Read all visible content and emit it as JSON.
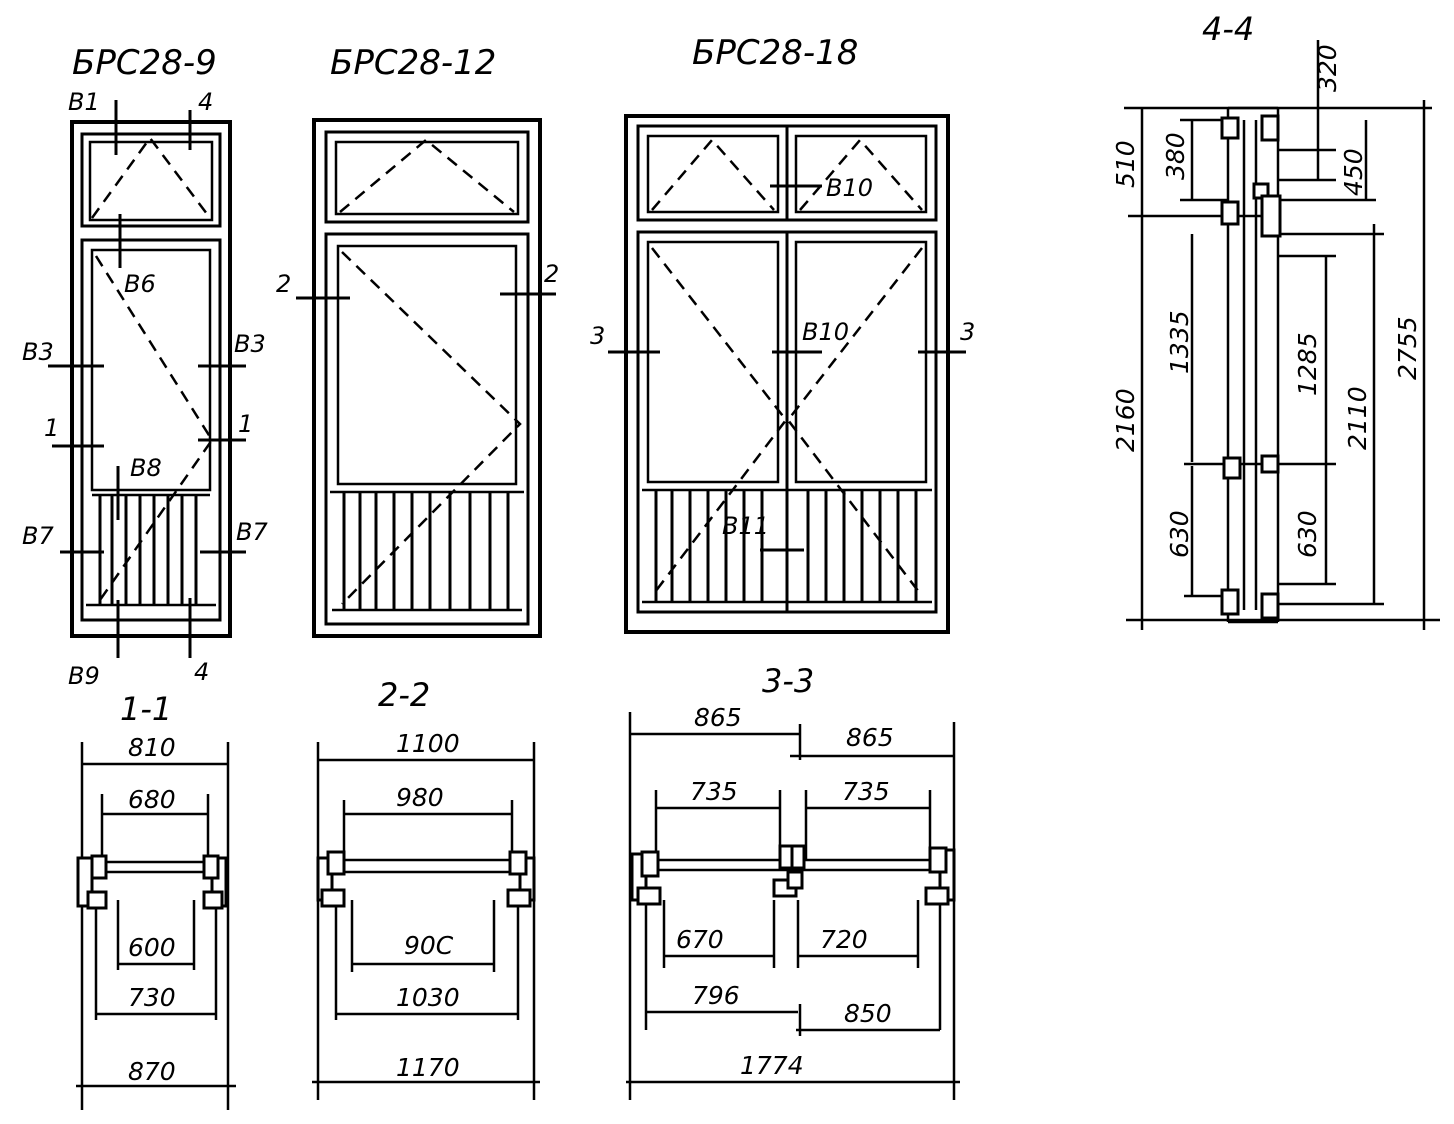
{
  "titles": {
    "w1": "БРС28-9",
    "w2": "БРС28-12",
    "w3": "БРС28-18",
    "s11": "1-1",
    "s22": "2-2",
    "s33": "3-3",
    "s44": "4-4"
  },
  "callouts": {
    "b1": "В1",
    "c4top": "4",
    "b6": "В6",
    "b3l": "В3",
    "b3r": "В3",
    "c1l": "1",
    "c1r": "1",
    "b8": "В8",
    "b7l": "В7",
    "b7r": "В7",
    "b9": "В9",
    "c4bot": "4",
    "c2l": "2",
    "c2r": "2",
    "c3l": "3",
    "c3r": "3",
    "b10a": "В10",
    "b10b": "В10",
    "b11": "В11"
  },
  "dims": {
    "s11": [
      "810",
      "680",
      "600",
      "730",
      "870"
    ],
    "s22": [
      "1100",
      "980",
      "90С",
      "1030",
      "1170"
    ],
    "s33": [
      "865",
      "865",
      "735",
      "735",
      "670",
      "720",
      "796",
      "850",
      "1774"
    ],
    "s44": [
      "320",
      "510",
      "380",
      "450",
      "1335",
      "1285",
      "2160",
      "2110",
      "2755",
      "630",
      "630"
    ]
  }
}
